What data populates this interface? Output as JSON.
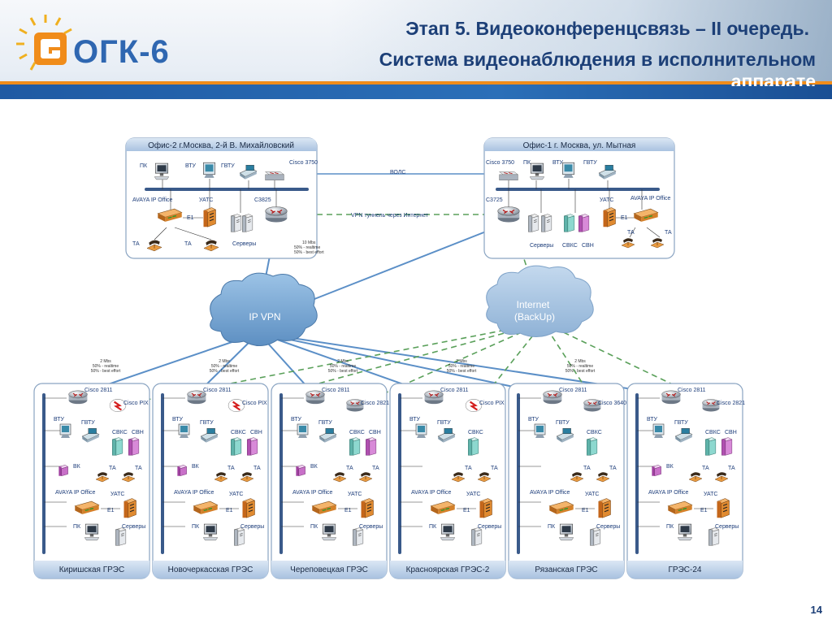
{
  "header": {
    "logo_text": "ОГК-6",
    "title_line1": "Этап 5. Видеоконференцсвязь – II очередь.",
    "title_line2": "Система видеонаблюдения в исполнительном",
    "title_line3": "аппарате"
  },
  "page_number": "14",
  "link_labels": {
    "vols": "ВОЛС",
    "vpn_tunnel": "VPN туннель через Интернет",
    "e1": "E1"
  },
  "bandwidth": {
    "office": {
      "speed": "10 Mbs",
      "line1": "50% - realtime",
      "line2": "50% - best effort"
    },
    "plant": {
      "speed": "2 Mbs",
      "line1": "50% - realtime",
      "line2": "50% - best effort"
    }
  },
  "clouds": {
    "ipvpn": "IP VPN",
    "internet_line1": "Internet",
    "internet_line2": "(BackUp)"
  },
  "office2": {
    "title": "Офис-2 г.Москва, 2-й В. Михайловский",
    "pk": "ПК",
    "vtu": "ВТУ",
    "gvtu": "ГВТУ",
    "switch": "Cisco 3750",
    "avaya": "AVAYA IP Office",
    "uats": "УАТС",
    "router": "C3825",
    "ta1": "ТА",
    "ta2": "ТА",
    "servers": "Серверы"
  },
  "office1": {
    "title": "Офис-1 г. Москва, ул. Мытная",
    "switch": "Cisco 3750",
    "pk": "ПК",
    "vtu": "ВТУ",
    "gvtu": "ГВТУ",
    "router": "C3725",
    "uats": "УАТС",
    "avaya": "AVAYA IP Office",
    "servers": "Серверы",
    "svks": "СВКС",
    "svn": "СВН",
    "ta1": "ТА",
    "ta2": "ТА"
  },
  "plants": [
    {
      "name": "Киришская ГРЭС",
      "router": "Cisco 2811",
      "fw": "Cisco PIX",
      "svks": "СВКС",
      "svn": "СВН",
      "vk": "ВК",
      "has_svn": true,
      "has_vk": true
    },
    {
      "name": "Новочеркасская ГРЭС",
      "router": "Cisco 2811",
      "fw": "Cisco PIX",
      "svks": "СВКС",
      "svn": "СВН",
      "vk": "ВК",
      "has_svn": true,
      "has_vk": true
    },
    {
      "name": "Череповецкая ГРЭС",
      "router": "Cisco 2811",
      "fw": "Cisco 2821",
      "svks": "СВКС",
      "svn": "СВН",
      "vk": "ВК",
      "has_svn": true,
      "has_vk": true
    },
    {
      "name": "Красноярская ГРЭС-2",
      "router": "Cisco 2811",
      "fw": "Cisco PIX",
      "svks": "СВКС",
      "svn": "",
      "vk": "",
      "has_svn": false,
      "has_vk": false
    },
    {
      "name": "Рязанская ГРЭС",
      "router": "Cisco 2811",
      "fw": "Cisco 3640",
      "svks": "СВКС",
      "svn": "",
      "vk": "",
      "has_svn": false,
      "has_vk": false
    },
    {
      "name": "ГРЭС-24",
      "router": "Cisco 2811",
      "fw": "Cisco 2821",
      "svks": "СВКС",
      "svn": "СВН",
      "vk": "ВК",
      "has_svn": true,
      "has_vk": true
    }
  ],
  "plant_common": {
    "vtu": "ВТУ",
    "gvtu": "ГВТУ",
    "ta": "ТА",
    "avaya": "AVAYA IP Office",
    "uats": "УАТС",
    "e1": "E1",
    "pk": "ПК",
    "servers": "Серверы"
  },
  "colors": {
    "accent_orange": "#f08c1a",
    "brand_blue": "#2f67b1",
    "link_blue": "#5b8fc7",
    "link_green_dashed": "#5aa05a",
    "box_header": "#b9cde6"
  }
}
